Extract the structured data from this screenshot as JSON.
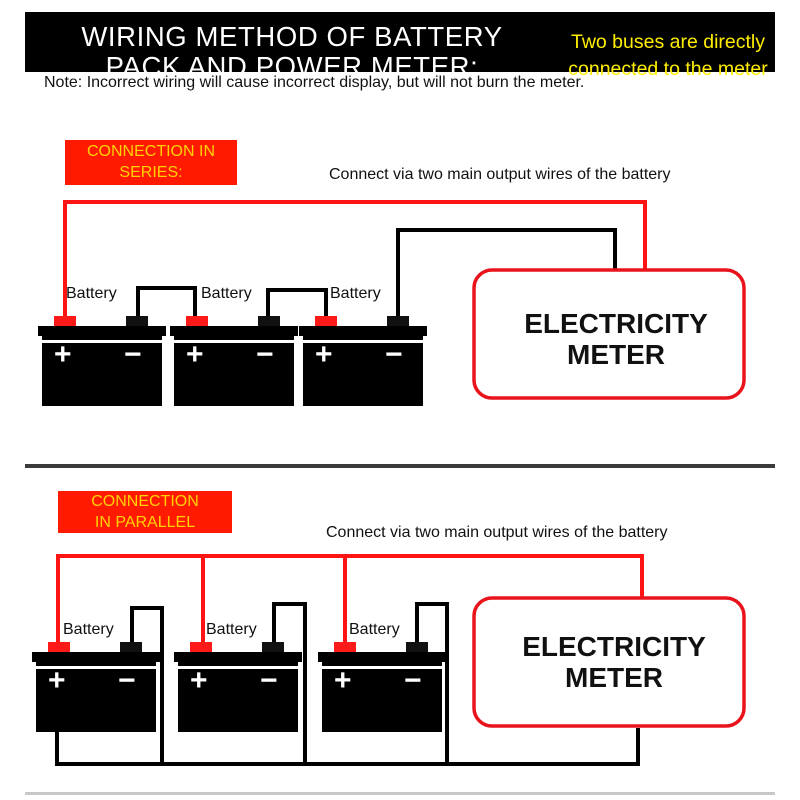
{
  "header": {
    "title_line1": "WIRING METHOD OF BATTERY",
    "title_line2": "PACK AND POWER METER:",
    "callout_line1": "Two buses are directly",
    "callout_line2": "connected to the meter",
    "note": "Note: Incorrect wiring will cause incorrect display, but will not burn the meter."
  },
  "series_section": {
    "tag_line1": "CONNECTION IN",
    "tag_line2": "SERIES:",
    "caption": "Connect via two main output wires of the battery",
    "battery_labels": [
      "Battery",
      "Battery",
      "Battery"
    ],
    "meter_line1": "ELECTRICITY",
    "meter_line2": "METER"
  },
  "parallel_section": {
    "tag_line1": "CONNECTION",
    "tag_line2": "IN PARALLEL",
    "caption": "Connect via two main output wires of the battery",
    "battery_labels": [
      "Battery",
      "Battery",
      "Battery"
    ],
    "meter_line1": "ELECTRICITY",
    "meter_line2": "METER"
  },
  "symbols": {
    "plus": "+",
    "minus": "−"
  },
  "colors": {
    "header_bg": "#000000",
    "title_text": "#ffffff",
    "callout_text": "#ffee00",
    "tag_bg": "#ff1a00",
    "tag_text": "#ffd200",
    "positive_wire": "#ff1414",
    "negative_wire": "#000000",
    "meter_border": "#e8131b",
    "battery_body": "#000000"
  }
}
